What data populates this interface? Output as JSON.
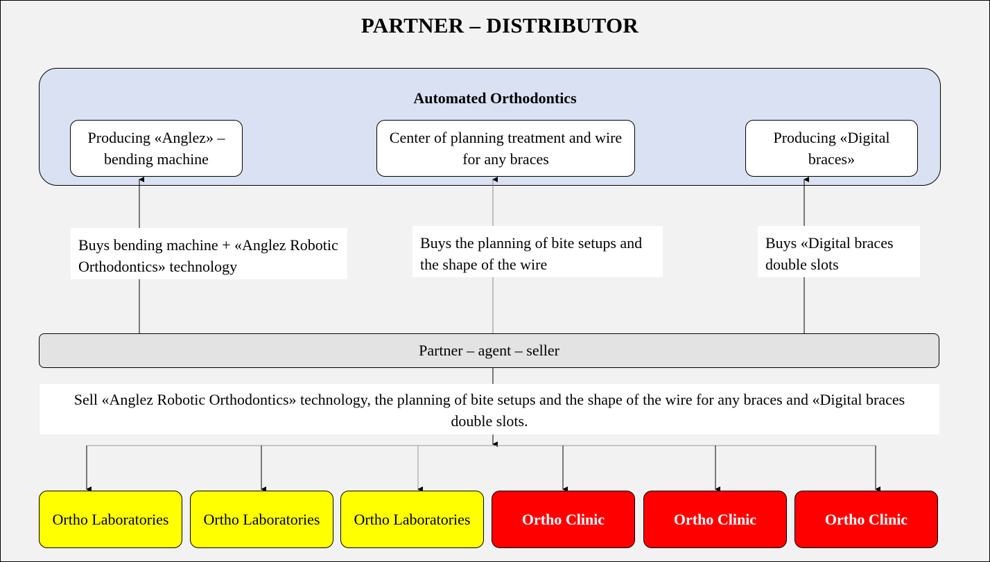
{
  "title": "PARTNER – DISTRIBUTOR",
  "top_group": {
    "title": "Automated Orthodontics",
    "boxes": [
      "Producing «Anglez» – bending machine",
      "Center of planning treatment and wire for any braces",
      "Producing «Digital braces»"
    ]
  },
  "edge_labels": [
    "Buys bending machine + «Anglez Robotic Orthodontics» technology",
    "Buys the planning of bite setups and the shape of the wire",
    "Buys «Digital braces double slots"
  ],
  "partner": "Partner – agent – seller",
  "sell_label": "Sell «Anglez Robotic Orthodontics» technology, the planning of bite setups and the shape of the wire for any braces and «Digital braces double slots.",
  "bottom_boxes": [
    "Ortho Laboratories",
    "Ortho Laboratories",
    "Ortho Laboratories",
    "Ortho Clinic",
    "Ortho Clinic",
    "Ortho Clinic"
  ],
  "colors": {
    "background": "#f2f2f2",
    "group_fill": "#d9e1f2",
    "partner_fill": "#e3e3e3",
    "laboratory_fill": "#ffff00",
    "clinic_fill": "#ff0000"
  }
}
